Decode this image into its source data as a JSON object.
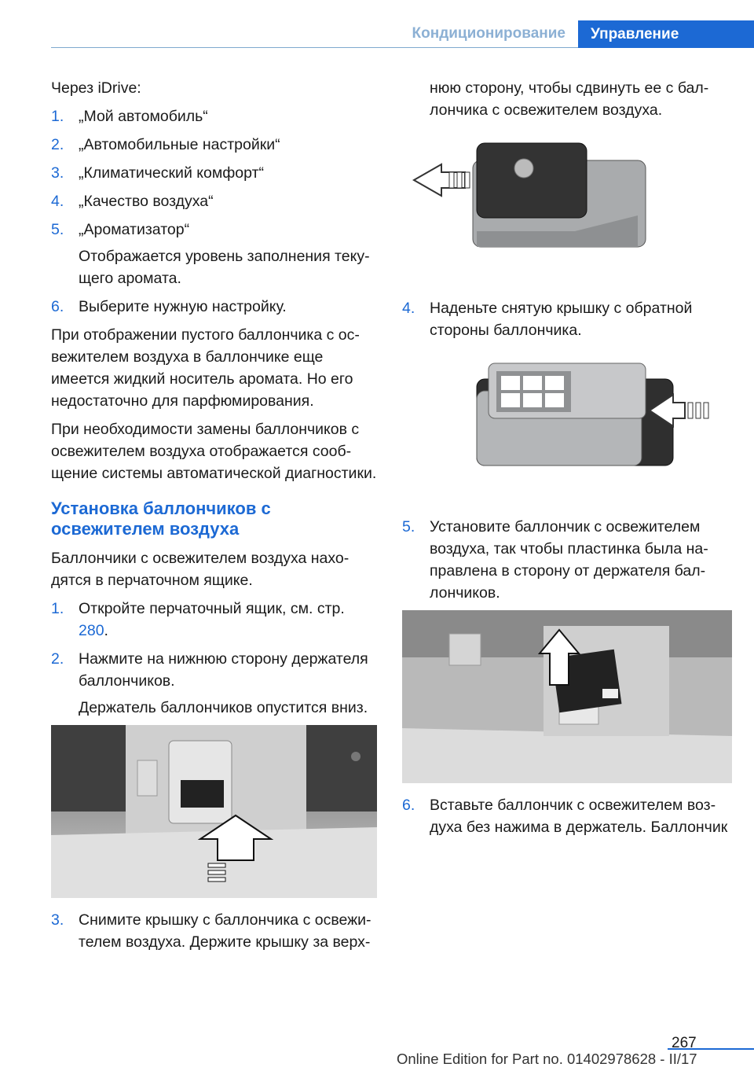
{
  "header": {
    "section": "Кондиционирование",
    "chapter": "Управление"
  },
  "left": {
    "intro": "Через iDrive:",
    "idrive_steps": [
      {
        "n": "1.",
        "text": "„Мой автомобиль“"
      },
      {
        "n": "2.",
        "text": "„Автомобильные настройки“"
      },
      {
        "n": "3.",
        "text": "„Климатический комфорт“"
      },
      {
        "n": "4.",
        "text": "„Качество воздуха“"
      },
      {
        "n": "5.",
        "text": "„Ароматизатор“"
      }
    ],
    "step5_note": "Отображается уровень заполнения теку- щего аромата.",
    "step6": {
      "n": "6.",
      "text": "Выберите нужную настройку."
    },
    "para1": "При отображении пустого баллончика с ос- вежителем воздуха в баллончике еще имеется жидкий носитель аромата. Но его недостаточно для парфюмирования.",
    "para2": "При необходимости замены баллончиков с освежителем воздуха отображается сооб- щение системы автоматической диагностики.",
    "heading": "Установка баллончиков с освежителем воздуха",
    "para3": "Баллончики с освежителем воздуха нахо- дятся в перчаточном ящике.",
    "install_step1": {
      "n": "1.",
      "text": "Откройте перчаточный ящик, см. стр.",
      "page_ref": "280",
      "end": "."
    },
    "install_step2": {
      "n": "2.",
      "text": "Нажмите на нижнюю сторону держателя баллончиков."
    },
    "install_step2_note": "Держатель баллончиков опустится вниз.",
    "install_step3": {
      "n": "3.",
      "text": "Снимите крышку с баллончика с освежи- телем воздуха. Держите крышку за верх-"
    }
  },
  "right": {
    "cont": "нюю сторону, чтобы сдвинуть ее с бал- лончика с освежителем воздуха.",
    "step4": {
      "n": "4.",
      "text": "Наденьте снятую крышку с обратной стороны баллончика."
    },
    "step5": {
      "n": "5.",
      "text": "Установите баллончик с освежителем воздуха, так чтобы пластинка была на- правлена в сторону от держателя бал- лончиков."
    },
    "step6": {
      "n": "6.",
      "text": "Вставьте баллончик с освежителем воз- духа без нажима в держатель. Баллончик"
    }
  },
  "footer": {
    "page": "267",
    "edition": "Online Edition for Part no. 01402978628 - II/17"
  }
}
